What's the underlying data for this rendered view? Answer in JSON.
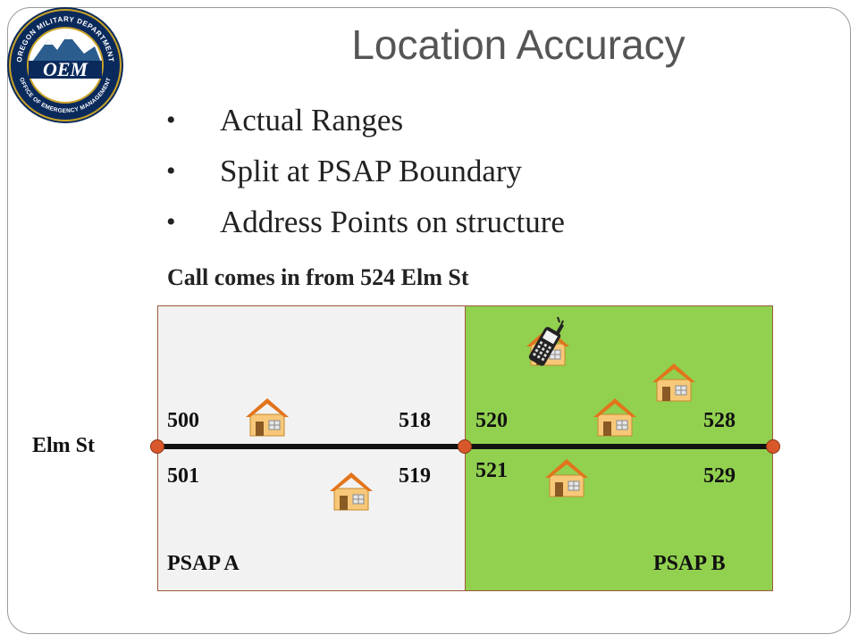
{
  "slide": {
    "title": "Location Accuracy",
    "bullets": [
      "Actual Ranges",
      "Split at PSAP Boundary",
      "Address Points on structure"
    ],
    "bullet_glyph": "•",
    "subheading": "Call comes in from 524 Elm St"
  },
  "logo": {
    "ring_top_text": "OREGON MILITARY DEPARTMENT",
    "ring_bottom_text": "OFFICE OF EMERGENCY MANAGEMENT",
    "center_text": "OEM"
  },
  "map": {
    "street_label": "Elm St",
    "address_labels": {
      "a_north_low": "500",
      "a_north_high": "518",
      "a_south_low": "501",
      "a_south_high": "519",
      "b_north_low": "520",
      "b_north_high": "528",
      "b_south_low": "521",
      "b_south_high": "529"
    },
    "psap_a_label": "PSAP  A",
    "psap_b_label": "PSAP  B",
    "colors": {
      "psap_a_fill": "#f2f2f2",
      "psap_b_fill": "#92d050",
      "street": "#111111",
      "node": "#d9582b"
    },
    "icons": [
      "house-icon",
      "cell-phone-icon",
      "range-node-icon"
    ]
  }
}
